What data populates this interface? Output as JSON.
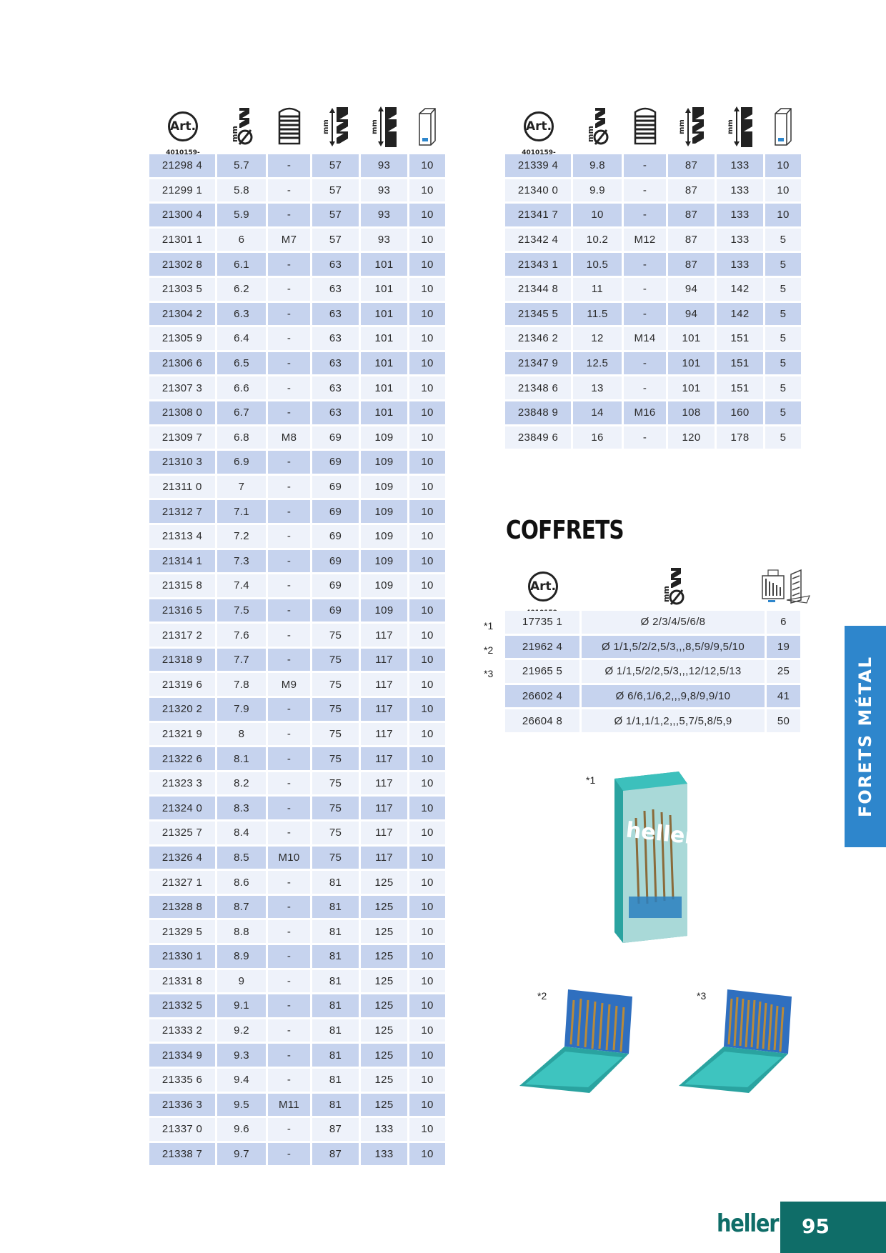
{
  "icons": {
    "article_code": "4010159-",
    "art_label": "Art.",
    "unit": "mm"
  },
  "left_table": {
    "rows": [
      [
        "21298 4",
        "5.7",
        "-",
        "57",
        "93",
        "10"
      ],
      [
        "21299 1",
        "5.8",
        "-",
        "57",
        "93",
        "10"
      ],
      [
        "21300 4",
        "5.9",
        "-",
        "57",
        "93",
        "10"
      ],
      [
        "21301 1",
        "6",
        "M7",
        "57",
        "93",
        "10"
      ],
      [
        "21302 8",
        "6.1",
        "-",
        "63",
        "101",
        "10"
      ],
      [
        "21303 5",
        "6.2",
        "-",
        "63",
        "101",
        "10"
      ],
      [
        "21304 2",
        "6.3",
        "-",
        "63",
        "101",
        "10"
      ],
      [
        "21305 9",
        "6.4",
        "-",
        "63",
        "101",
        "10"
      ],
      [
        "21306 6",
        "6.5",
        "-",
        "63",
        "101",
        "10"
      ],
      [
        "21307 3",
        "6.6",
        "-",
        "63",
        "101",
        "10"
      ],
      [
        "21308 0",
        "6.7",
        "-",
        "63",
        "101",
        "10"
      ],
      [
        "21309 7",
        "6.8",
        "M8",
        "69",
        "109",
        "10"
      ],
      [
        "21310 3",
        "6.9",
        "-",
        "69",
        "109",
        "10"
      ],
      [
        "21311 0",
        "7",
        "-",
        "69",
        "109",
        "10"
      ],
      [
        "21312 7",
        "7.1",
        "-",
        "69",
        "109",
        "10"
      ],
      [
        "21313 4",
        "7.2",
        "-",
        "69",
        "109",
        "10"
      ],
      [
        "21314 1",
        "7.3",
        "-",
        "69",
        "109",
        "10"
      ],
      [
        "21315 8",
        "7.4",
        "-",
        "69",
        "109",
        "10"
      ],
      [
        "21316 5",
        "7.5",
        "-",
        "69",
        "109",
        "10"
      ],
      [
        "21317 2",
        "7.6",
        "-",
        "75",
        "117",
        "10"
      ],
      [
        "21318 9",
        "7.7",
        "-",
        "75",
        "117",
        "10"
      ],
      [
        "21319 6",
        "7.8",
        "M9",
        "75",
        "117",
        "10"
      ],
      [
        "21320 2",
        "7.9",
        "-",
        "75",
        "117",
        "10"
      ],
      [
        "21321 9",
        "8",
        "-",
        "75",
        "117",
        "10"
      ],
      [
        "21322 6",
        "8.1",
        "-",
        "75",
        "117",
        "10"
      ],
      [
        "21323 3",
        "8.2",
        "-",
        "75",
        "117",
        "10"
      ],
      [
        "21324 0",
        "8.3",
        "-",
        "75",
        "117",
        "10"
      ],
      [
        "21325 7",
        "8.4",
        "-",
        "75",
        "117",
        "10"
      ],
      [
        "21326 4",
        "8.5",
        "M10",
        "75",
        "117",
        "10"
      ],
      [
        "21327 1",
        "8.6",
        "-",
        "81",
        "125",
        "10"
      ],
      [
        "21328 8",
        "8.7",
        "-",
        "81",
        "125",
        "10"
      ],
      [
        "21329 5",
        "8.8",
        "-",
        "81",
        "125",
        "10"
      ],
      [
        "21330 1",
        "8.9",
        "-",
        "81",
        "125",
        "10"
      ],
      [
        "21331 8",
        "9",
        "-",
        "81",
        "125",
        "10"
      ],
      [
        "21332 5",
        "9.1",
        "-",
        "81",
        "125",
        "10"
      ],
      [
        "21333 2",
        "9.2",
        "-",
        "81",
        "125",
        "10"
      ],
      [
        "21334 9",
        "9.3",
        "-",
        "81",
        "125",
        "10"
      ],
      [
        "21335 6",
        "9.4",
        "-",
        "81",
        "125",
        "10"
      ],
      [
        "21336 3",
        "9.5",
        "M11",
        "81",
        "125",
        "10"
      ],
      [
        "21337 0",
        "9.6",
        "-",
        "87",
        "133",
        "10"
      ],
      [
        "21338 7",
        "9.7",
        "-",
        "87",
        "133",
        "10"
      ]
    ]
  },
  "right_table": {
    "rows": [
      [
        "21339 4",
        "9.8",
        "-",
        "87",
        "133",
        "10"
      ],
      [
        "21340 0",
        "9.9",
        "-",
        "87",
        "133",
        "10"
      ],
      [
        "21341 7",
        "10",
        "-",
        "87",
        "133",
        "10"
      ],
      [
        "21342 4",
        "10.2",
        "M12",
        "87",
        "133",
        "5"
      ],
      [
        "21343 1",
        "10.5",
        "-",
        "87",
        "133",
        "5"
      ],
      [
        "21344 8",
        "11",
        "-",
        "94",
        "142",
        "5"
      ],
      [
        "21345 5",
        "11.5",
        "-",
        "94",
        "142",
        "5"
      ],
      [
        "21346 2",
        "12",
        "M14",
        "101",
        "151",
        "5"
      ],
      [
        "21347 9",
        "12.5",
        "-",
        "101",
        "151",
        "5"
      ],
      [
        "21348 6",
        "13",
        "-",
        "101",
        "151",
        "5"
      ],
      [
        "23848 9",
        "14",
        "M16",
        "108",
        "160",
        "5"
      ],
      [
        "23849 6",
        "16",
        "-",
        "120",
        "178",
        "5"
      ]
    ]
  },
  "coffrets": {
    "title": "COFFRETS",
    "rows": [
      {
        "mark": "*1",
        "code": "17735 1",
        "sizes": "Ø 2/3/4/5/6/8",
        "count": "6"
      },
      {
        "mark": "*2",
        "code": "21962 4",
        "sizes": "Ø 1/1,5/2/2,5/3,,,8,5/9/9,5/10",
        "count": "19"
      },
      {
        "mark": "*3",
        "code": "21965 5",
        "sizes": "Ø 1/1,5/2/2,5/3,,,12/12,5/13",
        "count": "25"
      },
      {
        "mark": "",
        "code": "26602 4",
        "sizes": "Ø 6/6,1/6,2,,,9,8/9,9/10",
        "count": "41"
      },
      {
        "mark": "",
        "code": "26604 8",
        "sizes": "Ø 1/1,1/1,2,,,5,7/5,8/5,9",
        "count": "50"
      }
    ],
    "photo_labels": [
      "*1",
      "*2",
      "*3"
    ]
  },
  "product_brand": "heller",
  "side_tab": "FORETS MÉTAL",
  "footer": {
    "brand": "heller",
    "page": "95"
  },
  "colors": {
    "row_dark": "#c6d3ee",
    "row_light": "#eef2fa",
    "side_tab": "#2e86cc",
    "footer": "#0f6d68",
    "case_teal": "#2aa3a0",
    "case_blue": "#2f6fbf"
  }
}
